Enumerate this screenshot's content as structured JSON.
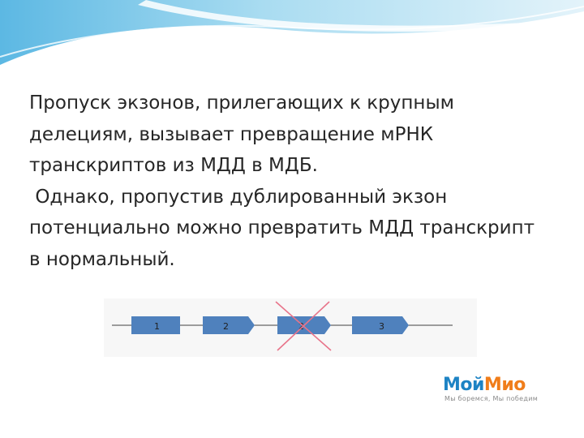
{
  "slide": {
    "paragraph_1": "Пропуск экзонов, прилегающих к крупным делециям, вызывает превращение мРНК транскриптов из МДД в МДБ.",
    "paragraph_2": " Однако, пропустив дублированный экзон потенциально можно превратить МДД транскрипт в нормальный."
  },
  "diagram": {
    "exons": [
      {
        "label": "1",
        "shape": "box"
      },
      {
        "label": "2",
        "shape": "arrow"
      },
      {
        "label": "2",
        "shape": "arrow",
        "crossed_out": true
      },
      {
        "label": "3",
        "shape": "arrow"
      }
    ],
    "exon_color": "#4f81bd",
    "cross_color": "#e8748a",
    "line_color": "#404040"
  },
  "logo": {
    "part_1": "Мой",
    "part_2": "Мио",
    "tagline": "Мы боремся, Мы победим"
  },
  "colors": {
    "wave_light": "#cfe9f5",
    "wave_mid": "#6cc0e5",
    "text": "#262626"
  }
}
